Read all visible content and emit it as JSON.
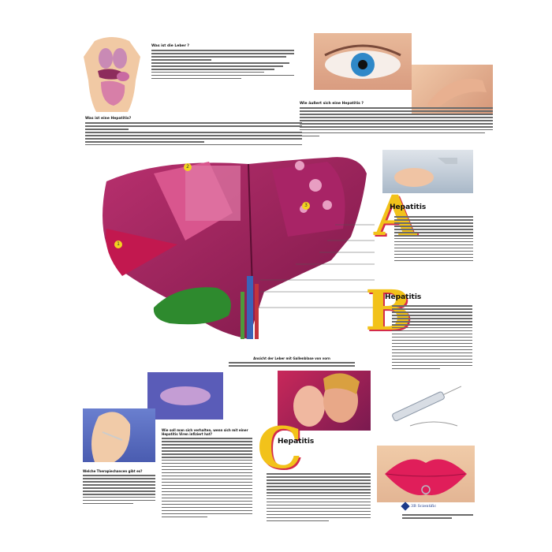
{
  "sections": {
    "liver_what": {
      "heading": "Was ist die Leber ?"
    },
    "hepatitis_what": {
      "heading": "Was ist eine Hepatitis?"
    },
    "symptoms": {
      "heading": "Wie äußert sich eine Hepatitis ?"
    },
    "liver_view": {
      "heading": "Ansicht der Leber mit Gallenblase von vorn"
    },
    "behaviour": {
      "heading": "Wie soll man sich verhalten, wenn sich mit einer Hepatitis Viren infiziert hat?"
    },
    "therapy": {
      "heading": "Welche Therapiechancen gibt es?"
    }
  },
  "hepatitis_types": [
    {
      "letter": "A",
      "title": "Hepatitis"
    },
    {
      "letter": "B",
      "title": "Hepatitis"
    },
    {
      "letter": "C",
      "title": "Hepatitis"
    }
  ],
  "liver_markers": [
    "1",
    "2",
    "3"
  ],
  "logo": {
    "text": "3B Scientific"
  },
  "colors": {
    "liver": "#9c1f5a",
    "gallbladder": "#2e8a2e",
    "letter": "#f2c21a",
    "letter_shadow": "#d42a4a"
  }
}
